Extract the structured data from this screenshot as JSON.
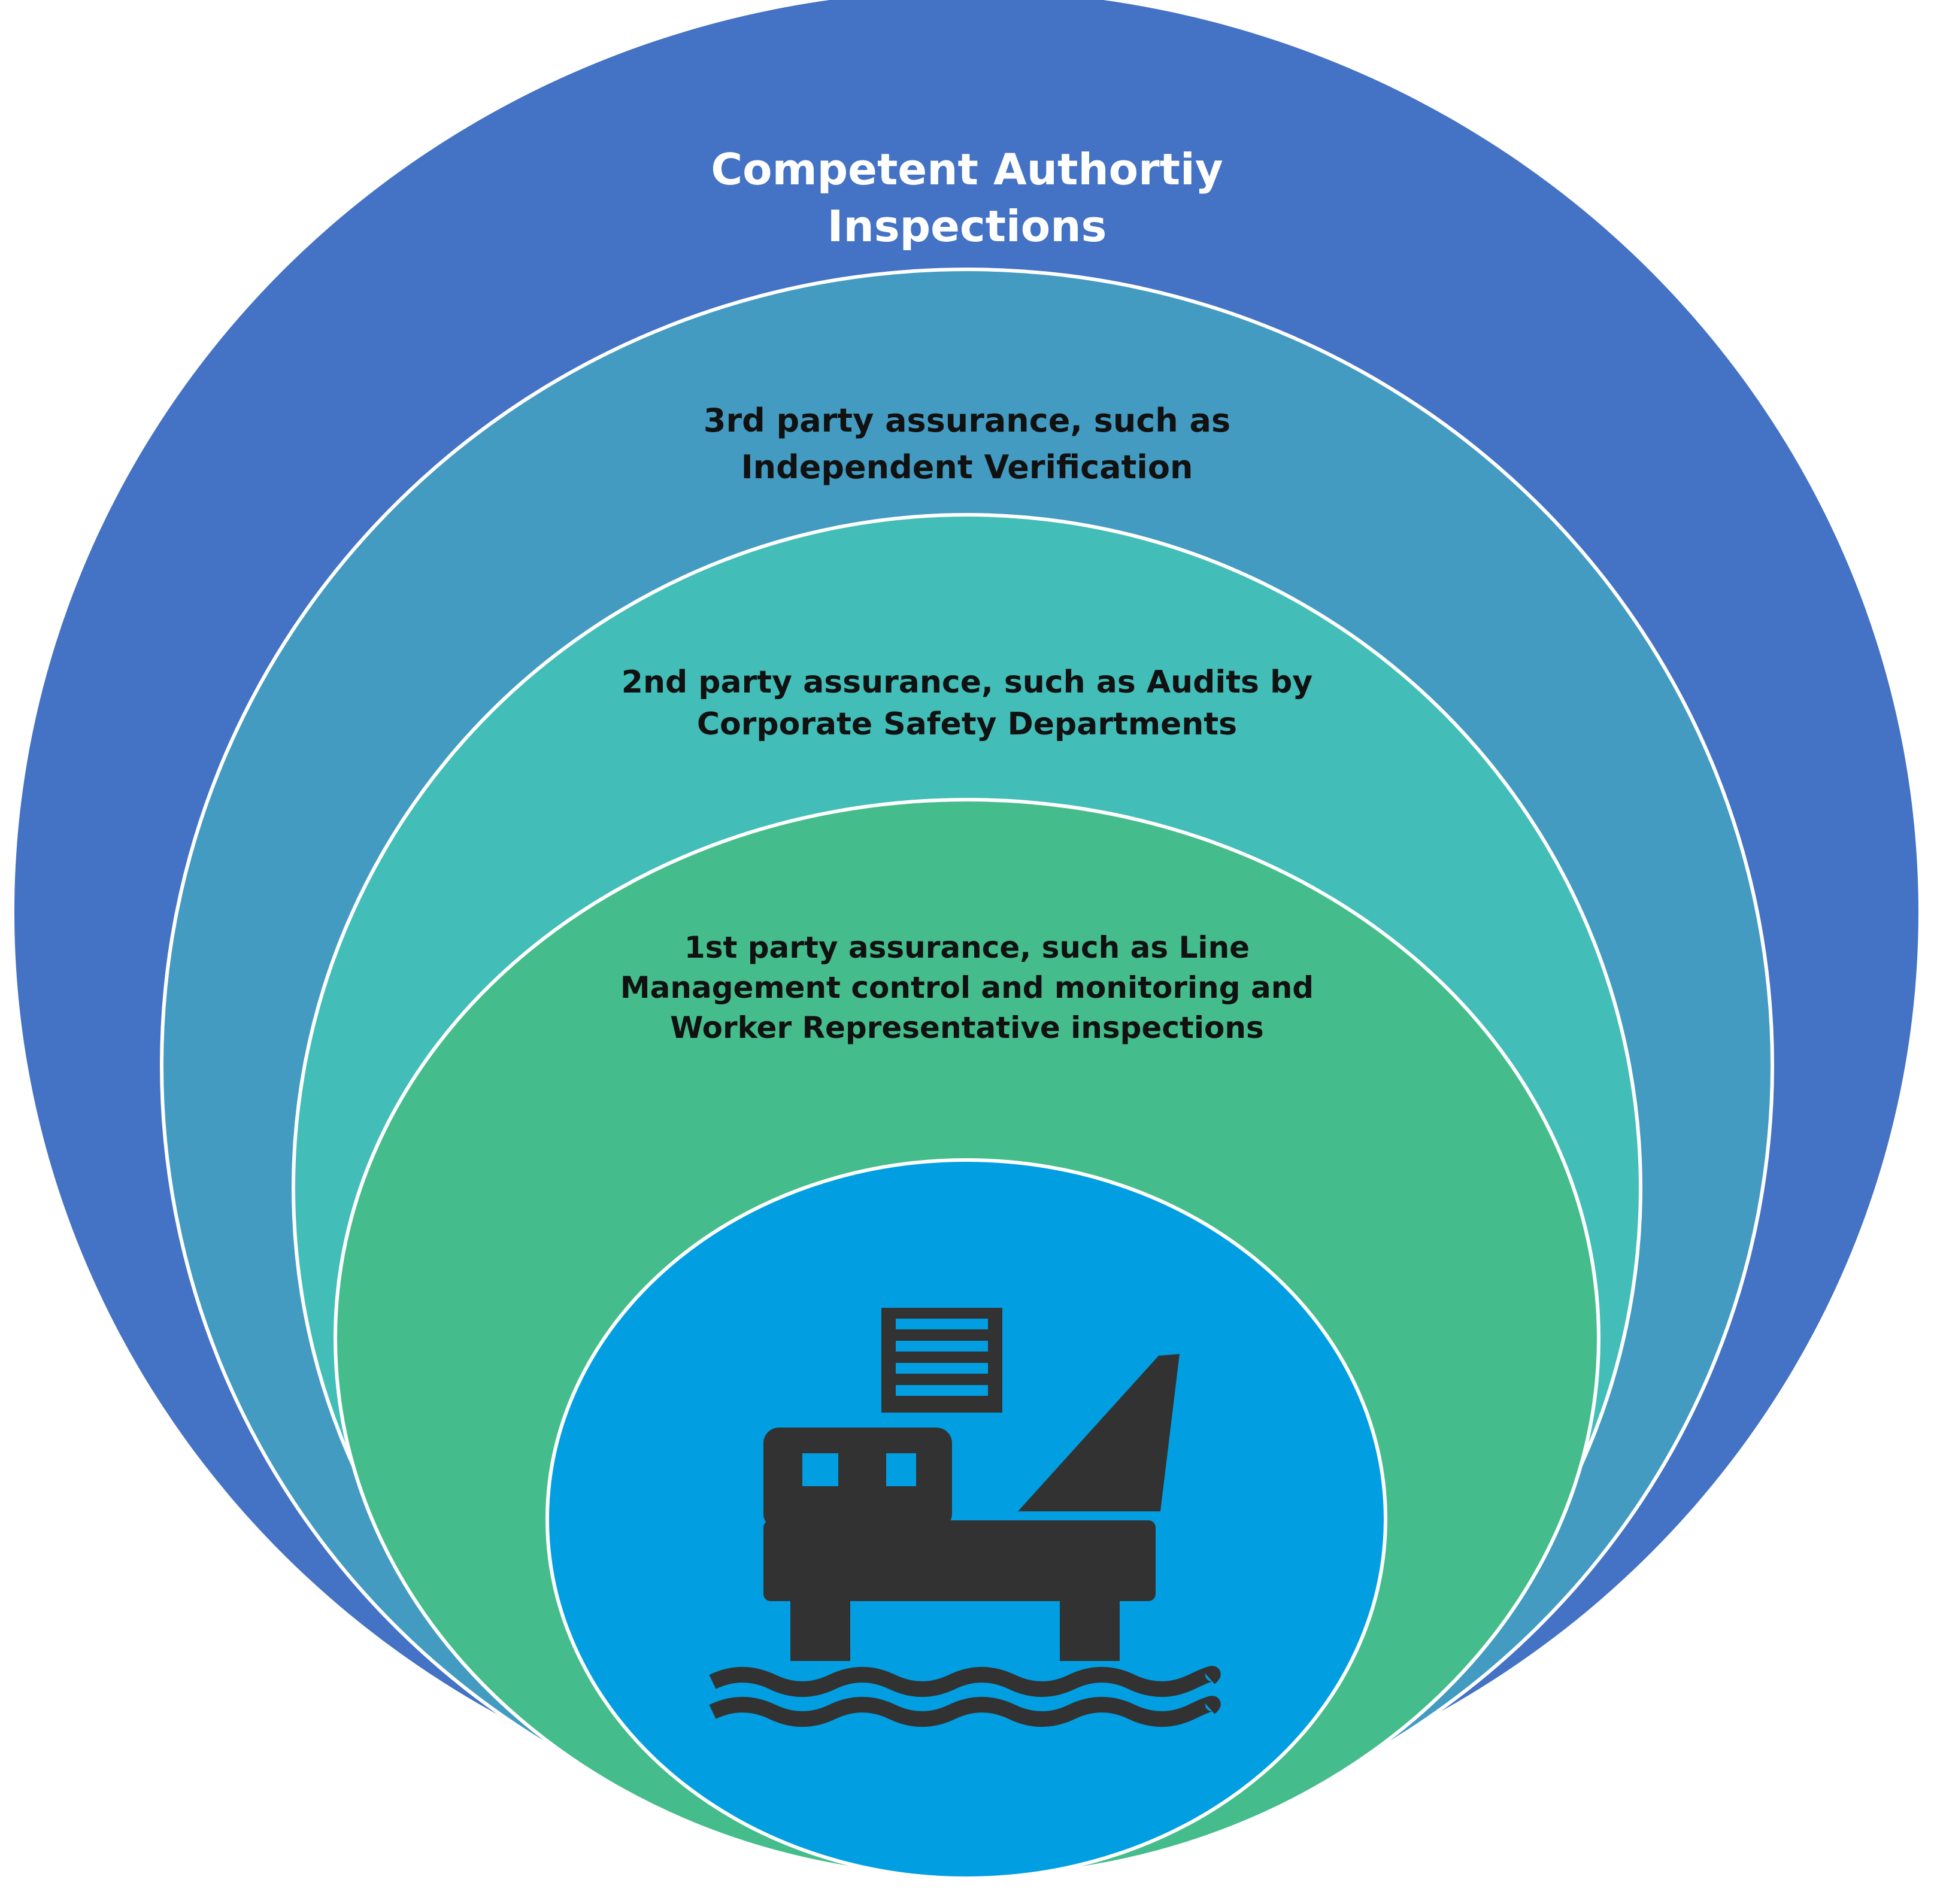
{
  "diagram": {
    "layers": [
      {
        "id": "competent-authority",
        "label": "Competent Authortiy\nInspections",
        "fill": "#4472C4",
        "text_color": "#FFFFFF"
      },
      {
        "id": "third-party",
        "label": "3rd party assurance, such as\nIndependent Verification",
        "fill": "#439BC1",
        "text_color": "#111111"
      },
      {
        "id": "second-party",
        "label": "2nd party assurance, such as Audits by\nCorporate Safety Departments",
        "fill": "#42BDB8",
        "text_color": "#111111"
      },
      {
        "id": "first-party",
        "label": "1st party assurance, such as  Line\nManagement control and monitoring and\nWorker Representative inspections",
        "fill": "#45BC8C",
        "text_color": "#111111"
      }
    ],
    "core": {
      "icon": "offshore-platform-icon",
      "fill": "#019FE2",
      "icon_color": "#323232"
    },
    "ring_border_color": "#FFFFFF"
  }
}
